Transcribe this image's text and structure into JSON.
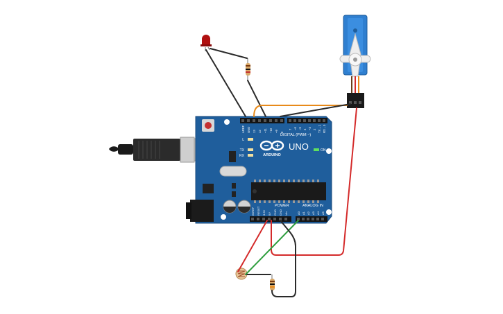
{
  "board": {
    "brand_uno": "UNO",
    "brand_arduino": "ARDUINO",
    "on_label": "ON",
    "digital_label": "DIGITAL (PWM ~)",
    "power_label": "POWER",
    "analog_label": "ANALOG IN",
    "l_label": "L",
    "tx_label": "TX",
    "rx_label": "RX",
    "top_header_left": [
      "AREF",
      "GND",
      "13",
      "12",
      "~11",
      "~10",
      "~9",
      "8"
    ],
    "top_header_right": [
      "7",
      "~6",
      "~5",
      "4",
      "~3",
      "2",
      "TX→1",
      "RX←0"
    ],
    "power_pins": [
      "IOREF",
      "RESET",
      "3.3V",
      "5V",
      "GND",
      "GND",
      "Vin"
    ],
    "analog_pins": [
      "A0",
      "A1",
      "A2",
      "A3",
      "A4",
      "A5"
    ]
  },
  "components": {
    "led": "red-led",
    "servo": "micro-servo",
    "photoresistor": "photoresistor",
    "resistor_led": "resistor",
    "resistor_ldr": "resistor",
    "usb_cable": "usb-b-cable"
  },
  "colors": {
    "board": "#1f5e9c",
    "wire_black": "#2a2a2a",
    "wire_red": "#d42a2a",
    "wire_orange": "#e88a1a",
    "wire_green": "#2e9e3e",
    "servo_body": "#2f7fd0",
    "led_red": "#b01010"
  }
}
